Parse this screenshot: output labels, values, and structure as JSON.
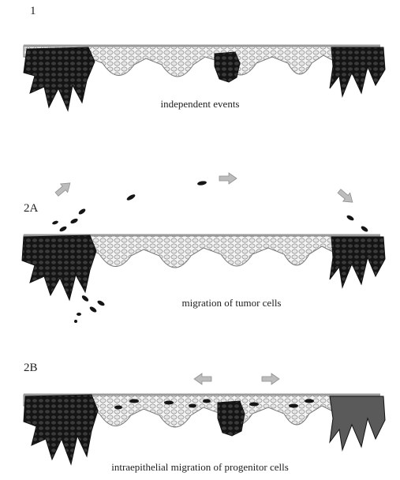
{
  "panels": [
    {
      "label": "1",
      "caption": "independent events"
    },
    {
      "label": "2A",
      "caption": "migration of tumor cells"
    },
    {
      "label": "2B",
      "caption": "intraepithelial migration of progenitor cells"
    }
  ],
  "colors": {
    "tumor": "#1c1c1c",
    "epithelium_fill": "#f1f1f1",
    "epithelium_stroke": "#777777",
    "arrow": "#bdbdbd",
    "surface": "#cfcfcf"
  }
}
